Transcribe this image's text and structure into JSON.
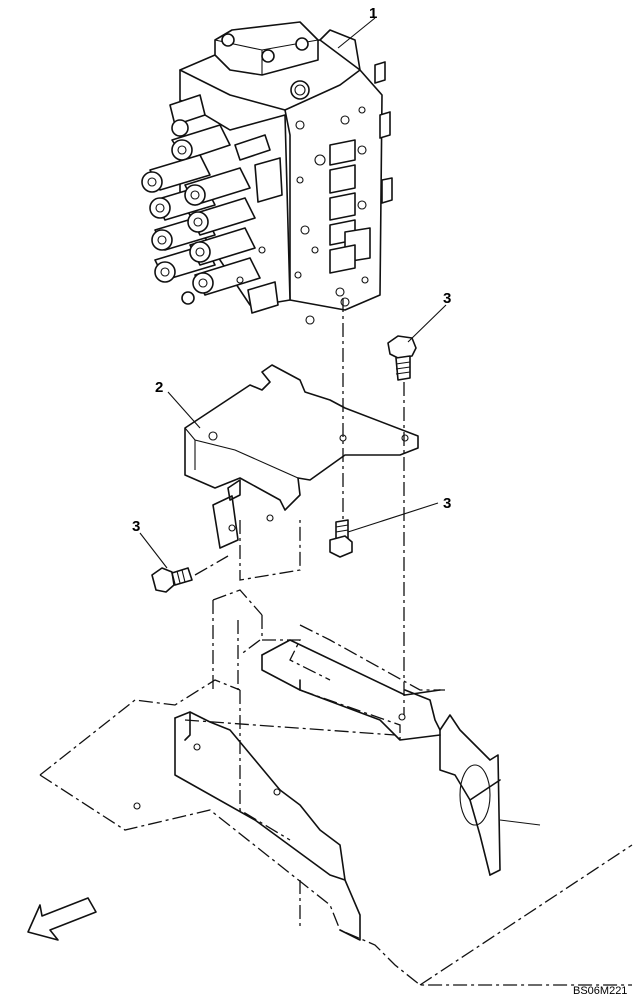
{
  "callouts": {
    "valve": "1",
    "bracket": "2",
    "bolt_top": "3",
    "bolt_mid": "3",
    "bolt_left": "3"
  },
  "drawing_code": "BS06M221",
  "colors": {
    "ink": "#111111",
    "paper": "#ffffff"
  }
}
